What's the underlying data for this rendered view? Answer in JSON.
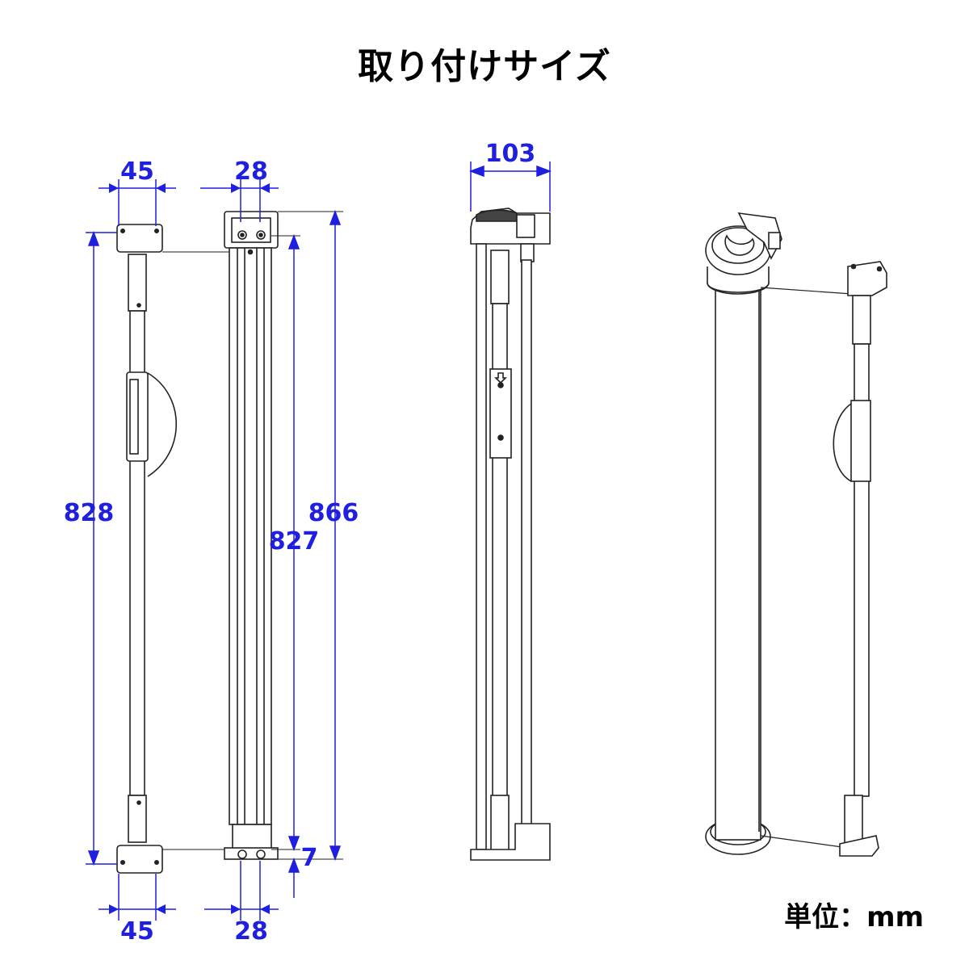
{
  "title": "取り付けサイズ",
  "unit_label": "単位：mm",
  "colors": {
    "dimension": "#1f1fe0",
    "outline": "#222222",
    "fill_dark": "#e9e9e9"
  },
  "dimensions": {
    "top_left_width": "45",
    "top_mid_width": "28",
    "bottom_left_width": "45",
    "bottom_mid_width": "28",
    "left_height": "828",
    "inner_height": "827",
    "outer_height": "866",
    "bottom_gap": "7",
    "side_depth": "103"
  }
}
